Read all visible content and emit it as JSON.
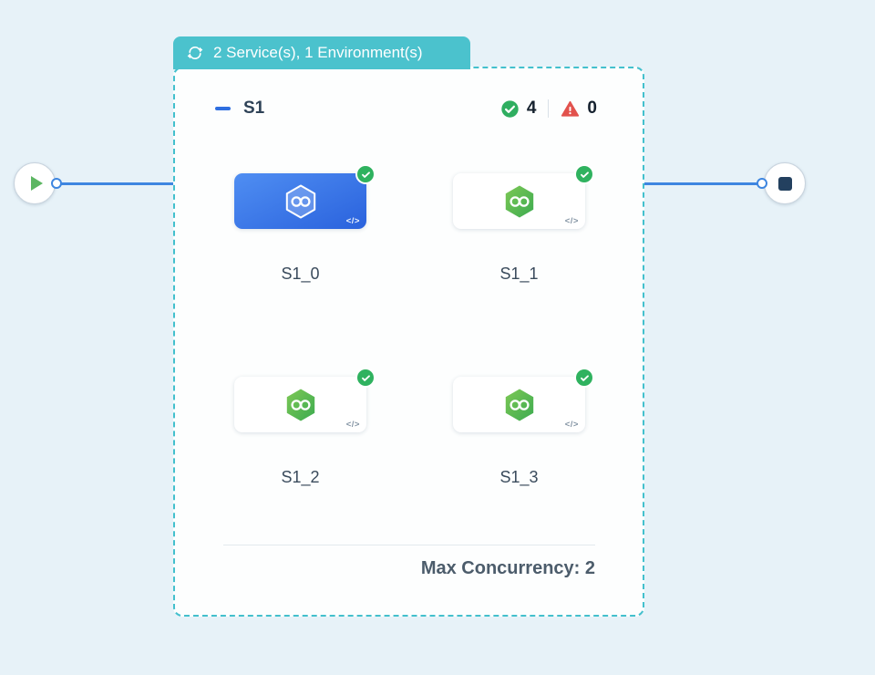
{
  "page": {
    "background": "#e7f2f8"
  },
  "flow": {
    "start_node_icon": "play-icon",
    "end_node_icon": "stop-icon",
    "edge_color": "#3e86e0"
  },
  "group_badge": {
    "icon": "sync-icon",
    "label": "2 Service(s), 1 Environment(s)",
    "background": "#4bc2cd"
  },
  "environment_group": {
    "title": "S1",
    "stats": {
      "success_count": "4",
      "failed_count": "0",
      "success_icon": "circle-check-icon",
      "failed_icon": "warning-triangle-icon"
    },
    "services": [
      {
        "label": "S1_0",
        "selected": true,
        "status": "success"
      },
      {
        "label": "S1_1",
        "selected": false,
        "status": "success"
      },
      {
        "label": "S1_2",
        "selected": false,
        "status": "success"
      },
      {
        "label": "S1_3",
        "selected": false,
        "status": "success"
      }
    ],
    "footer": {
      "max_concurrency_label": "Max Concurrency: 2"
    },
    "colors": {
      "border_teal": "#43c0cd",
      "selected_card_blue": "#2a62dd",
      "service_green": "#46ad50",
      "success_green": "#2fae60",
      "error_red": "#e2524d",
      "accent_blue": "#2f6fe0"
    }
  },
  "code_mark": "</>"
}
